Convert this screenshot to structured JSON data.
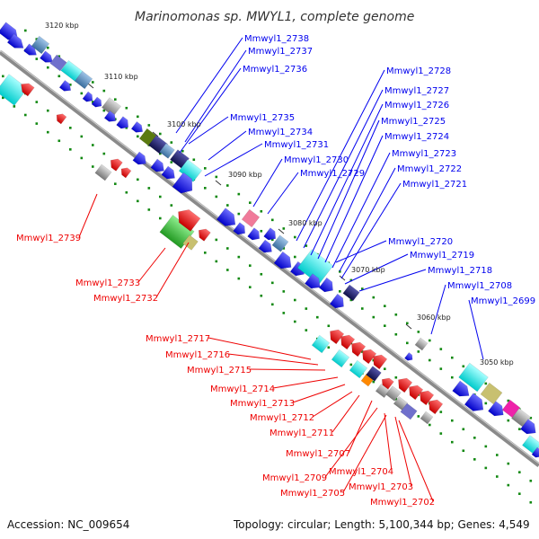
{
  "map": {
    "title": "Marinomonas sp. MWYL1, complete genome",
    "accession": "Accession: NC_009654",
    "summary": "Topology: circular; Length: 5,100,344 bp; Genes: 4,549",
    "ticks": [
      "3120 kbp",
      "3110 kbp",
      "3100 kbp",
      "3090 kbp",
      "3080 kbp",
      "3070 kbp",
      "3060 kbp",
      "3050 kbp"
    ],
    "forward_genes": [
      "Mmwyl1_2738",
      "Mmwyl1_2737",
      "Mmwyl1_2736",
      "Mmwyl1_2735",
      "Mmwyl1_2734",
      "Mmwyl1_2731",
      "Mmwyl1_2730",
      "Mmwyl1_2729",
      "Mmwyl1_2728",
      "Mmwyl1_2727",
      "Mmwyl1_2726",
      "Mmwyl1_2725",
      "Mmwyl1_2724",
      "Mmwyl1_2723",
      "Mmwyl1_2722",
      "Mmwyl1_2721",
      "Mmwyl1_2720",
      "Mmwyl1_2719",
      "Mmwyl1_2718",
      "Mmwyl1_2708",
      "Mmwyl1_2699"
    ],
    "reverse_genes": [
      "Mmwyl1_2739",
      "Mmwyl1_2733",
      "Mmwyl1_2732",
      "Mmwyl1_2717",
      "Mmwyl1_2716",
      "Mmwyl1_2715",
      "Mmwyl1_2714",
      "Mmwyl1_2713",
      "Mmwyl1_2712",
      "Mmwyl1_2711",
      "Mmwyl1_2707",
      "Mmwyl1_2709",
      "Mmwyl1_2704",
      "Mmwyl1_2705",
      "Mmwyl1_2703",
      "Mmwyl1_2702"
    ],
    "colors": {
      "forward": "#0000ee",
      "reverse": "#ee0000",
      "backbone": "#888888",
      "gc_dots": "#118811"
    }
  }
}
